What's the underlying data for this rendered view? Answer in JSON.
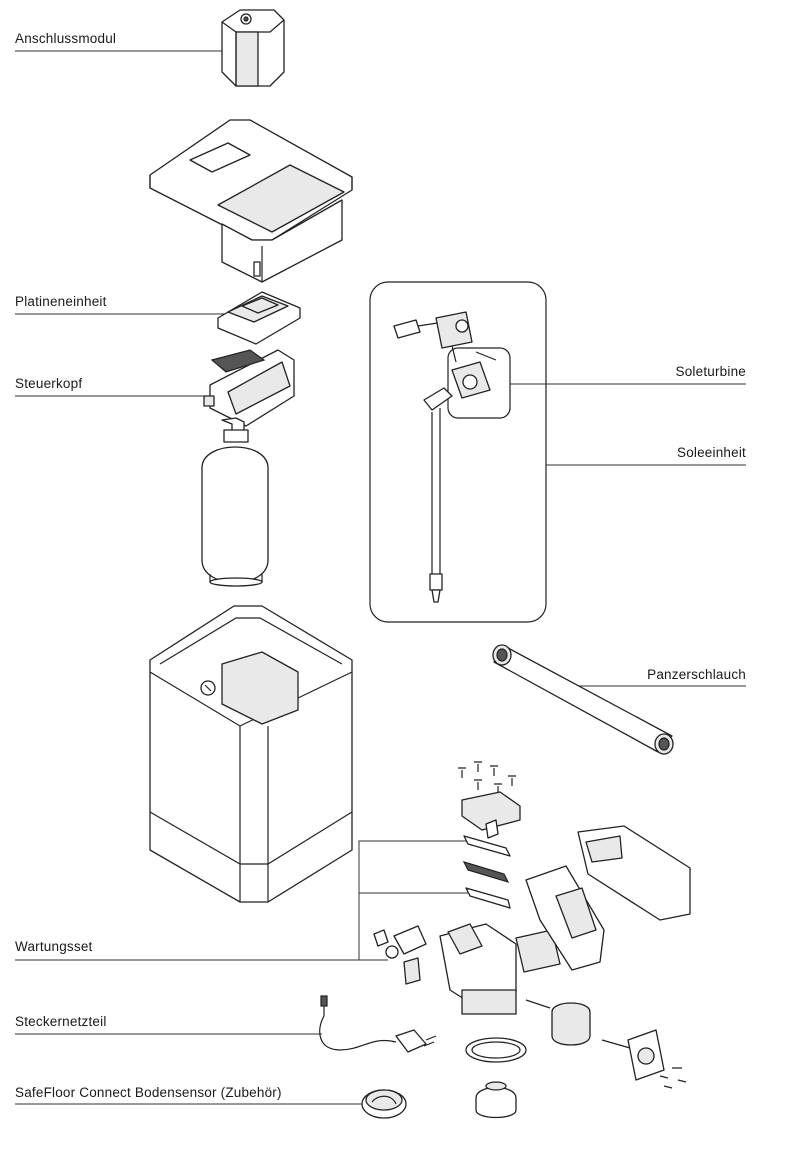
{
  "labels": {
    "anschlussmodul": "Anschlussmodul",
    "platineneinheit": "Platineneinheit",
    "steuerkopf": "Steuerkopf",
    "soleturbine": "Soleturbine",
    "soleeinheit": "Soleeinheit",
    "panzerschlauch": "Panzerschlauch",
    "wartungsset": "Wartungsset",
    "steckernetzteil": "Steckernetzteil",
    "bodensensor": "SafeFloor Connect Bodensensor (Zubehör)"
  }
}
